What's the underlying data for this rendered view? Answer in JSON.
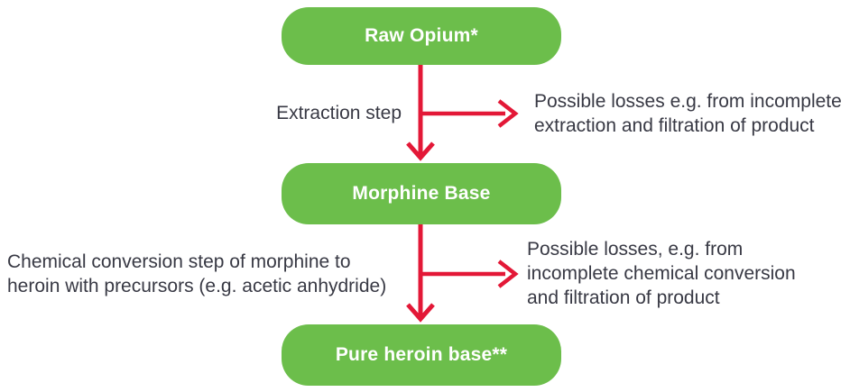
{
  "diagram": {
    "colors": {
      "node_green": "#6CBE4B",
      "node_text": "#FFFFFF",
      "arrow_red": "#E31837",
      "text_dark": "#383944"
    },
    "nodes": [
      {
        "id": "raw-opium",
        "label": "Raw Opium*"
      },
      {
        "id": "morphine-base",
        "label": "Morphine Base"
      },
      {
        "id": "pure-heroin-base",
        "label": "Pure heroin base**"
      }
    ],
    "process_steps": [
      {
        "label_lines": [
          "Extraction step"
        ]
      },
      {
        "label_lines": [
          "Chemical conversion step of morphine to",
          "heroin with precursors (e.g. acetic anhydride)"
        ]
      }
    ],
    "loss_notes": [
      {
        "label_lines": [
          "Possible losses e.g. from incomplete",
          "extraction and filtration of product"
        ]
      },
      {
        "label_lines": [
          "Possible losses, e.g. from",
          "incomplete chemical conversion",
          "and filtration of product"
        ]
      }
    ]
  }
}
